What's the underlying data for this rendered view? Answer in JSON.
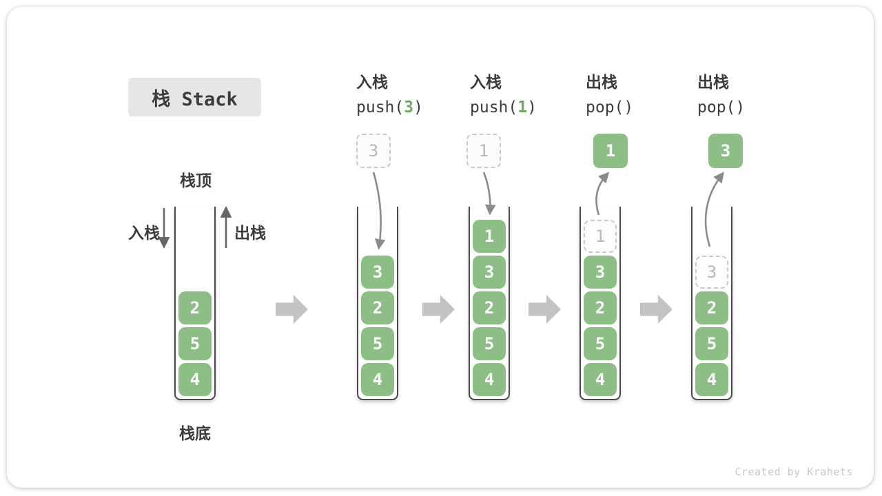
{
  "title": "栈 Stack",
  "watermark": "Created by Krahets",
  "first_stack": {
    "top_label": "栈顶",
    "bottom_label": "栈底",
    "push_label": "入栈",
    "pop_label": "出栈"
  },
  "colors": {
    "item_green": "#8CBE85",
    "code_green": "#6FA865",
    "text_dark": "#3C3C3C",
    "container_wall": "#4A4A4A",
    "dashed_border": "#C9C9C9",
    "dashed_text": "#B9B9B9",
    "curved_arrow": "#8A8A8A",
    "side_arrow": "#666666",
    "block_arrow": "#C3C3C3",
    "title_bg": "#E6E6E6",
    "watermark": "#C8C8C8"
  },
  "steps": [
    {
      "name": "initial-stack",
      "op": null,
      "float": null,
      "items": [
        {
          "value": "2"
        },
        {
          "value": "5"
        },
        {
          "value": "4"
        }
      ]
    },
    {
      "name": "push-3",
      "op": {
        "action": "入栈",
        "code_pre": "push(",
        "arg": "3",
        "code_post": ")"
      },
      "float": {
        "value": "3",
        "variant": "dashed"
      },
      "items": [
        {
          "value": "3"
        },
        {
          "value": "2"
        },
        {
          "value": "5"
        },
        {
          "value": "4"
        }
      ]
    },
    {
      "name": "push-1",
      "op": {
        "action": "入栈",
        "code_pre": "push(",
        "arg": "1",
        "code_post": ")"
      },
      "float": {
        "value": "1",
        "variant": "dashed"
      },
      "items": [
        {
          "value": "1"
        },
        {
          "value": "3"
        },
        {
          "value": "2"
        },
        {
          "value": "5"
        },
        {
          "value": "4"
        }
      ]
    },
    {
      "name": "pop-1",
      "op": {
        "action": "出栈",
        "code_pre": "pop(",
        "arg": "",
        "code_post": ")"
      },
      "float": {
        "value": "1",
        "variant": "solid"
      },
      "items": [
        {
          "value": "1",
          "dashed": true
        },
        {
          "value": "3"
        },
        {
          "value": "2"
        },
        {
          "value": "5"
        },
        {
          "value": "4"
        }
      ]
    },
    {
      "name": "pop-3",
      "op": {
        "action": "出栈",
        "code_pre": "pop(",
        "arg": "",
        "code_post": ")"
      },
      "float": {
        "value": "3",
        "variant": "solid"
      },
      "items": [
        {
          "value": "3",
          "dashed": true
        },
        {
          "value": "2"
        },
        {
          "value": "5"
        },
        {
          "value": "4"
        }
      ]
    }
  ]
}
